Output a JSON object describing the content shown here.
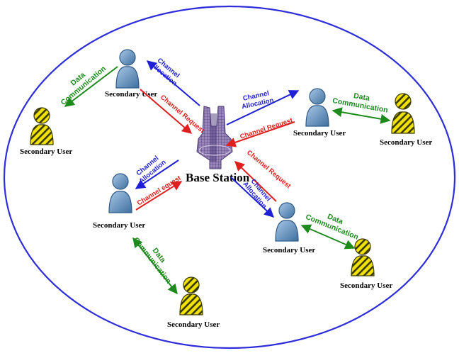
{
  "base_station": {
    "label": "Base Station"
  },
  "user_label": "Secondary User",
  "edge_labels": {
    "channel_allocation_line1": "Channel",
    "channel_allocation_line2": "Allocation",
    "channel_request": "Channel Request",
    "channel_request_typo": "Channel equest",
    "data_communication_line1": "Data",
    "data_communication_line2": "Communication"
  },
  "colors": {
    "allocation": "#1f1fd6",
    "request": "#e01f1f",
    "data": "#1e8a1e",
    "boundary": "#2d2dd9",
    "primary_user": "#6a9cc8",
    "secondary_user": "#f2e200"
  }
}
